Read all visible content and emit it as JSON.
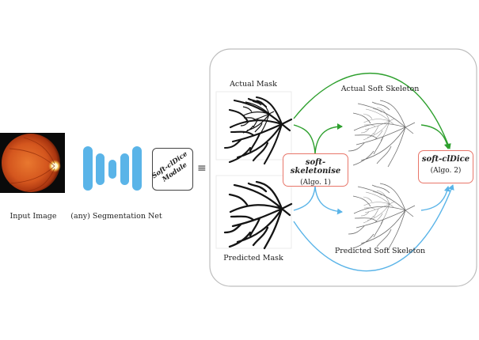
{
  "labels": {
    "input_image": "Input Image",
    "segmentation_net": "(any) Segmentation Net",
    "actual_mask": "Actual Mask",
    "predicted_mask": "Predicted Mask",
    "actual_soft_skeleton": "Actual Soft Skeleton",
    "predicted_soft_skeleton": "Predicted Soft Skeleton"
  },
  "module": {
    "line1": "Soft-clDice",
    "line2": "Module"
  },
  "equiv_symbol": "≡",
  "soft_skeletonise": {
    "title": "soft-skeletonise",
    "subtitle": "(Algo. 1)"
  },
  "soft_cldice": {
    "title": "soft-clDice",
    "subtitle": "(Algo. 2)"
  },
  "colors": {
    "green_arrow": "#2ea02e",
    "blue_arrow": "#5ab4e8",
    "net_bars": "#5ab4e8",
    "box_border": "#e8766a",
    "panel_border": "#bdbdbd"
  }
}
